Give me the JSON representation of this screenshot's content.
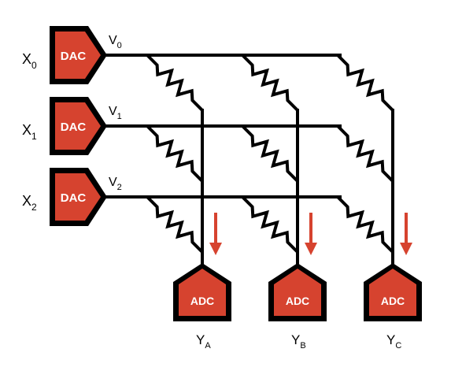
{
  "colors": {
    "block_fill": "#d6432f",
    "arrow": "#d6432f",
    "wire": "#000000",
    "block_text": "#ffffff"
  },
  "inputs": [
    {
      "label": "X",
      "sub": "0",
      "voltage": "V",
      "vsub": "0",
      "block": "DAC"
    },
    {
      "label": "X",
      "sub": "1",
      "voltage": "V",
      "vsub": "1",
      "block": "DAC"
    },
    {
      "label": "X",
      "sub": "2",
      "voltage": "V",
      "vsub": "2",
      "block": "DAC"
    }
  ],
  "outputs": [
    {
      "label": "Y",
      "sub": "A",
      "block": "ADC"
    },
    {
      "label": "Y",
      "sub": "B",
      "block": "ADC"
    },
    {
      "label": "Y",
      "sub": "C",
      "block": "ADC"
    }
  ],
  "icons": {
    "resistor": "zigzag-resistor-icon",
    "current_arrow": "down-arrow-icon"
  }
}
